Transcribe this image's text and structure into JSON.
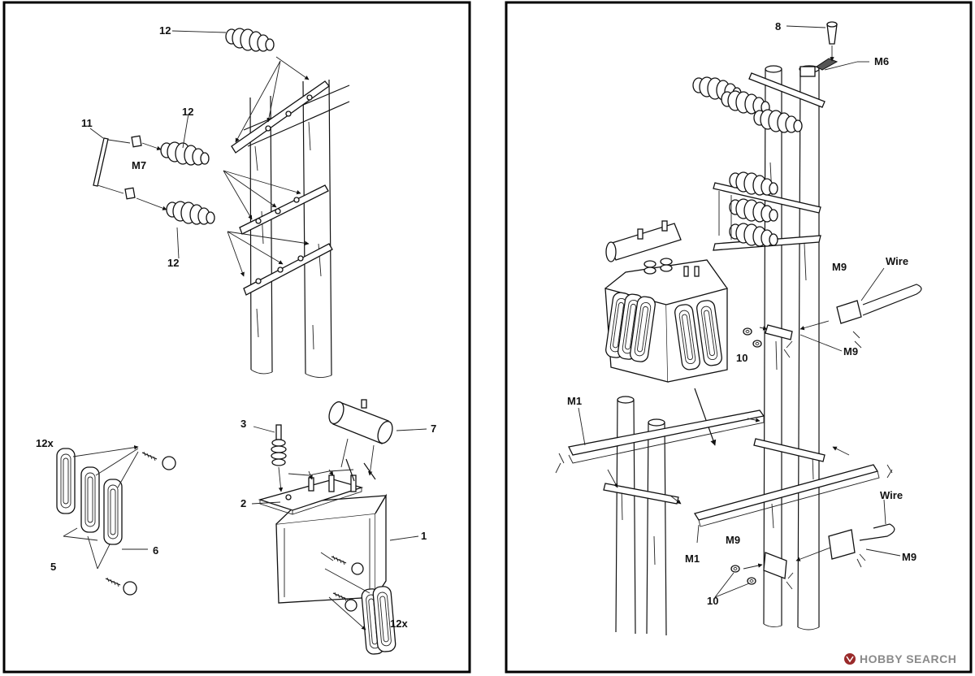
{
  "panels": {
    "left": {
      "labels": {
        "p12_top": "12",
        "p11": "11",
        "m7": "M7",
        "p12_mid": "12",
        "p12_low": "12",
        "p12x_left": "12x",
        "p3": "3",
        "p7": "7",
        "p2": "2",
        "p1": "1",
        "p6": "6",
        "p5": "5",
        "p12x_right": "12x"
      }
    },
    "right": {
      "labels": {
        "p8": "8",
        "m6": "M6",
        "m9_top": "M9",
        "wire_top": "Wire",
        "m9_mid": "M9",
        "p10_top": "10",
        "m1_top": "M1",
        "wire_low": "Wire",
        "m9_low_left": "M9",
        "m9_low_right": "M9",
        "m1_low": "M1",
        "p10_low": "10"
      }
    }
  },
  "watermark": {
    "text": "HOBBY SEARCH"
  },
  "colors": {
    "ink": "#111111",
    "frame": "#000000",
    "watermark": "#8a8a8a",
    "background": "#ffffff"
  }
}
